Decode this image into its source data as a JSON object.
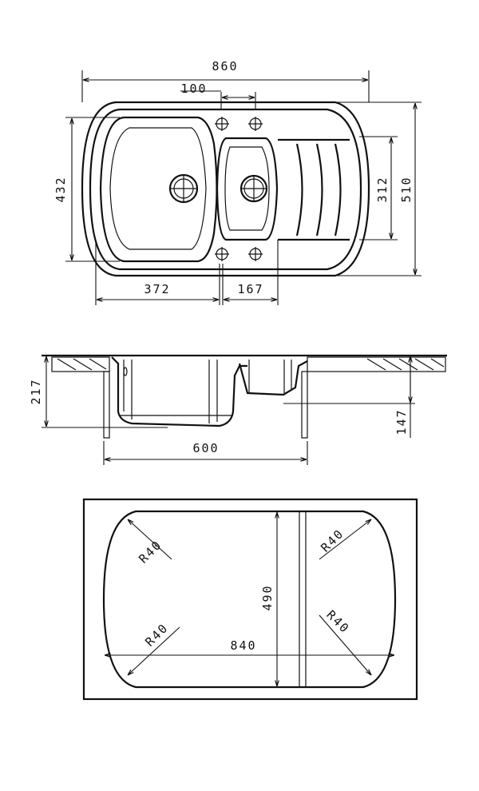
{
  "top_view": {
    "overall_width": "860",
    "tap_hole_spacing": "100",
    "bowl_depth": "432",
    "small_bowl_depth": "312",
    "overall_depth": "510",
    "main_bowl_width": "372",
    "small_bowl_width": "167"
  },
  "side_view": {
    "overall_height": "217",
    "small_bowl_height": "147",
    "cabinet_width": "600"
  },
  "cutout_view": {
    "cutout_depth": "490",
    "cutout_width": "840",
    "radius_top_left": "R40",
    "radius_top_right": "R40",
    "radius_bottom_left": "R40",
    "radius_bottom_right": "R40"
  }
}
